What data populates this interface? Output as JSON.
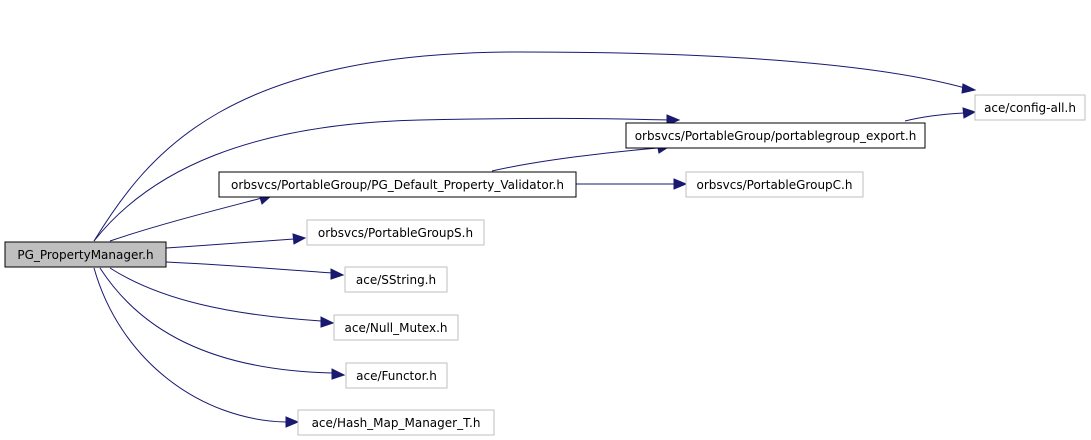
{
  "graph": {
    "root": {
      "label": "PG_PropertyManager.h"
    },
    "nodes": {
      "config_all": {
        "label": "ace/config-all.h"
      },
      "export": {
        "label": "orbsvcs/PortableGroup/portablegroup_export.h"
      },
      "validator": {
        "label": "orbsvcs/PortableGroup/PG_Default_Property_Validator.h"
      },
      "groupc": {
        "label": "orbsvcs/PortableGroupC.h"
      },
      "groups": {
        "label": "orbsvcs/PortableGroupS.h"
      },
      "sstring": {
        "label": "ace/SString.h"
      },
      "null_mutex": {
        "label": "ace/Null_Mutex.h"
      },
      "functor": {
        "label": "ace/Functor.h"
      },
      "hash_map": {
        "label": "ace/Hash_Map_Manager_T.h"
      }
    },
    "edges": [
      {
        "from": "root",
        "to": "config_all"
      },
      {
        "from": "root",
        "to": "export"
      },
      {
        "from": "root",
        "to": "validator"
      },
      {
        "from": "root",
        "to": "groups"
      },
      {
        "from": "root",
        "to": "sstring"
      },
      {
        "from": "root",
        "to": "null_mutex"
      },
      {
        "from": "root",
        "to": "functor"
      },
      {
        "from": "root",
        "to": "hash_map"
      },
      {
        "from": "validator",
        "to": "export"
      },
      {
        "from": "validator",
        "to": "groupc"
      },
      {
        "from": "export",
        "to": "config_all"
      }
    ],
    "colors": {
      "edge": "#191970",
      "root_fill": "#bfbfbf",
      "documented_border": "#000000",
      "external_border": "#bfbfbf"
    }
  }
}
